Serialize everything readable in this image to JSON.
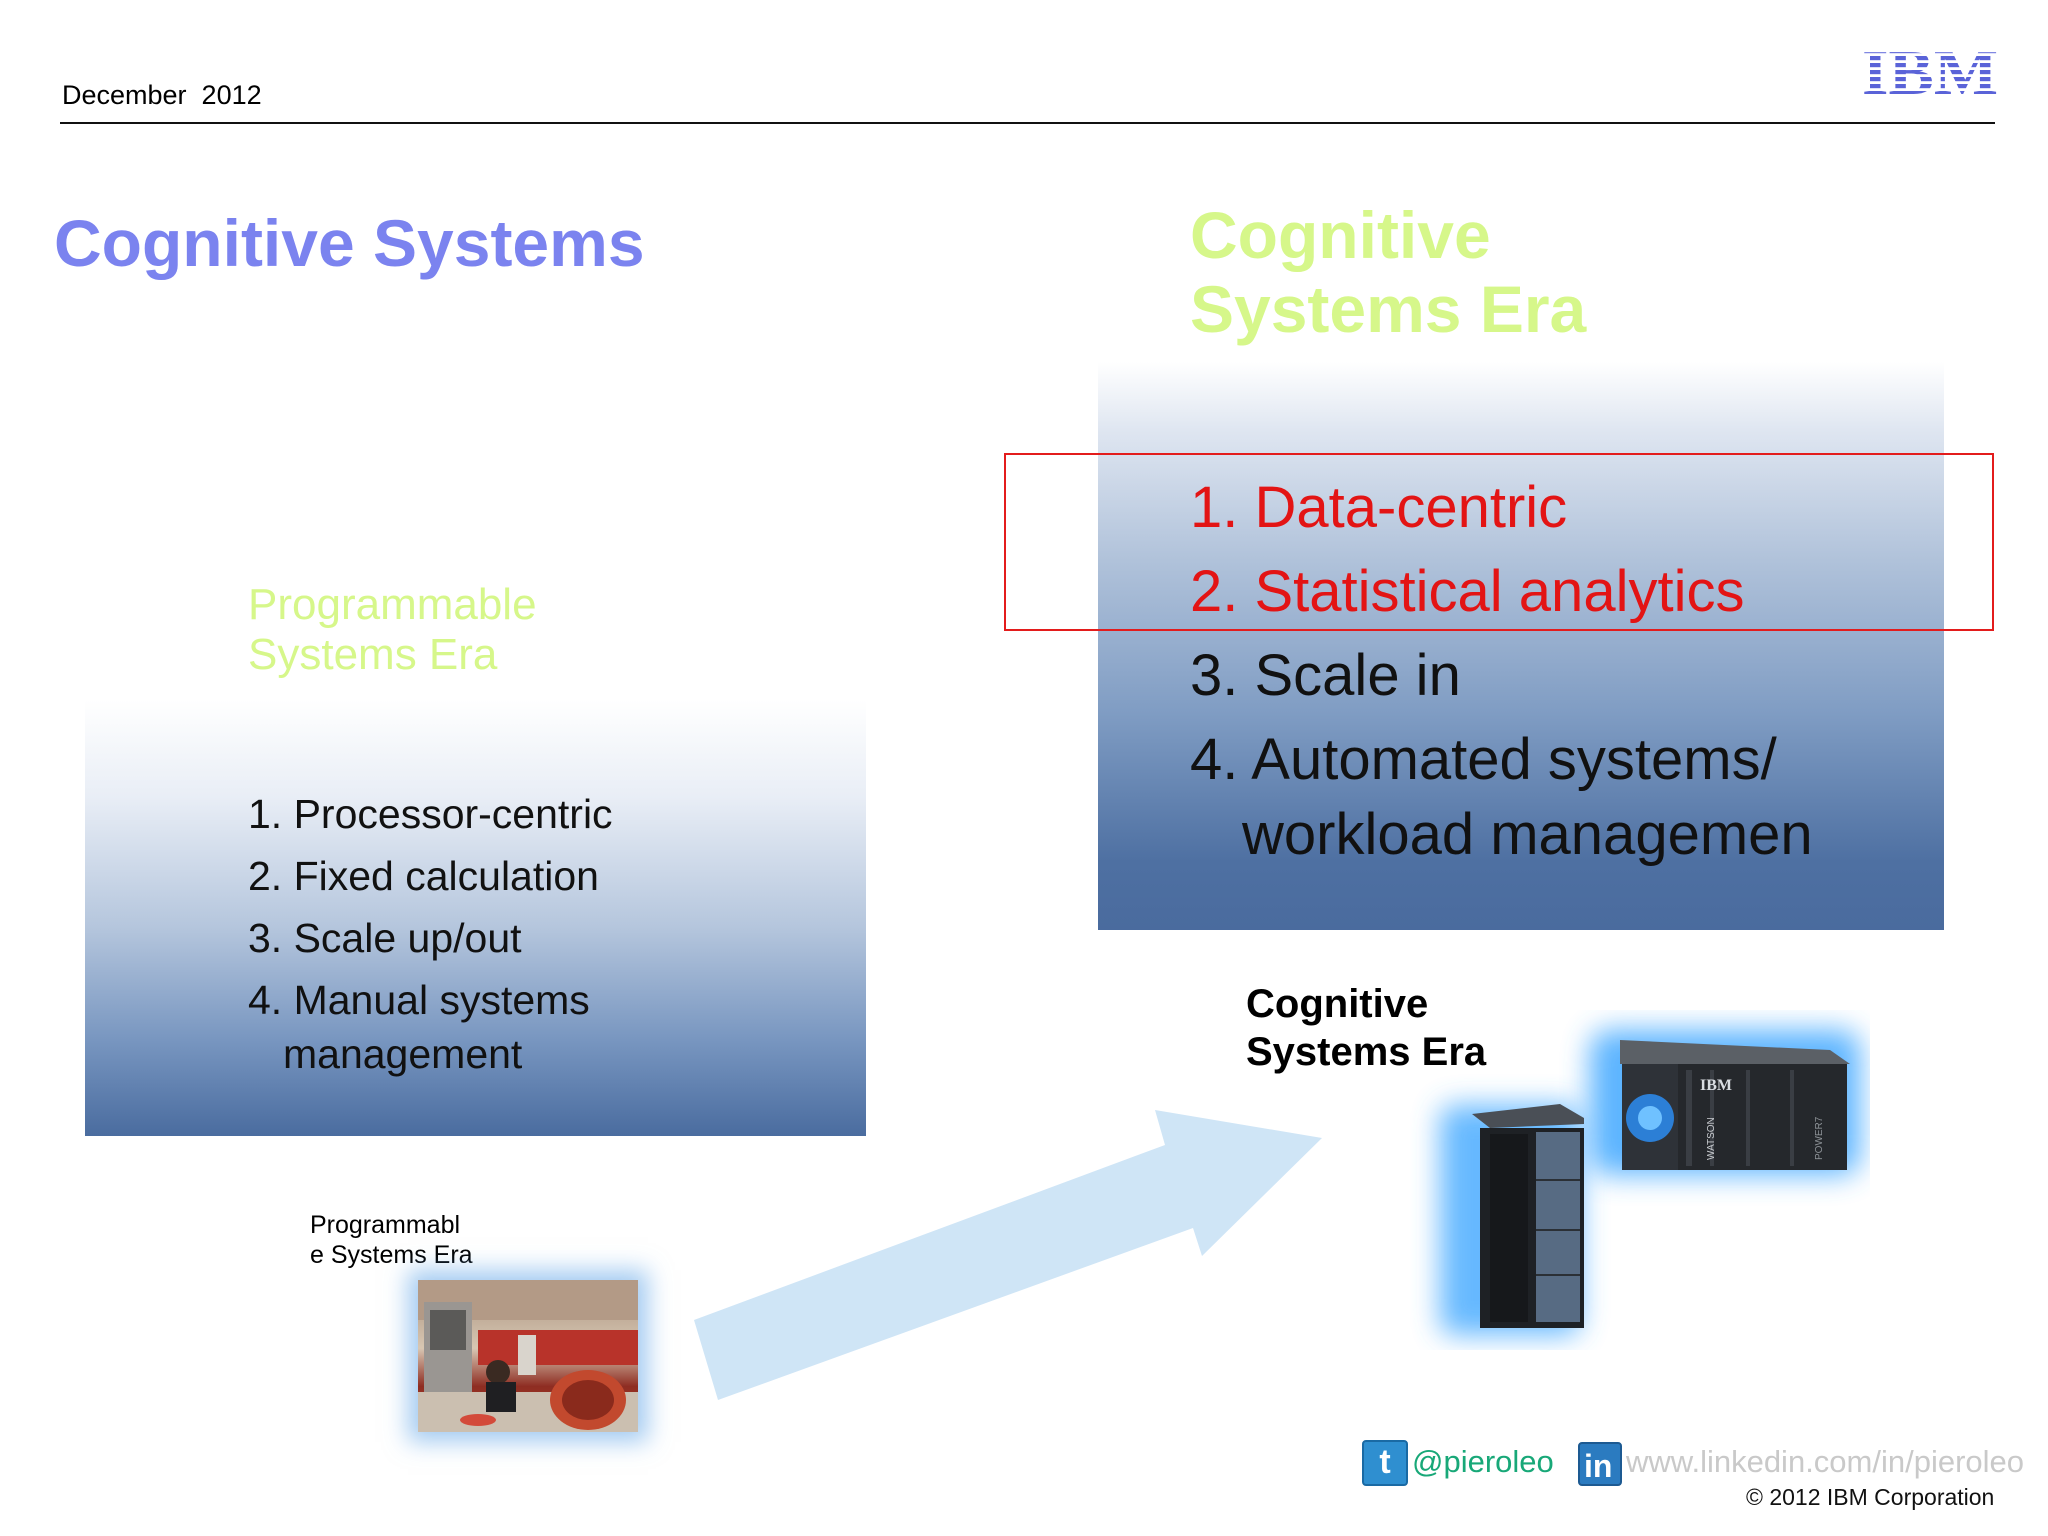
{
  "header": {
    "date": "December  2012",
    "logo_text": "IBM"
  },
  "left": {
    "title": "Cognitive Systems",
    "era_label_line1": "Programmable",
    "era_label_line2": "Systems Era",
    "items": [
      "1. Processor-centric",
      "2. Fixed calculation",
      "3. Scale up/out",
      "4. Manual systems"
    ],
    "item4_cont": "management",
    "caption_line1": "Programmabl",
    "caption_line2": "e Systems Era"
  },
  "right": {
    "title_line1": "Cognitive",
    "title_line2": "Systems Era",
    "items": [
      "1. Data-centric",
      "2. Statistical analytics",
      "3. Scale in",
      "4. Automated systems/"
    ],
    "item4_cont": "workload managemen",
    "caption_line1": "Cognitive",
    "caption_line2": "Systems Era",
    "machine_labels": {
      "brand": "IBM",
      "name": "WATSON",
      "model": "POWER7"
    }
  },
  "footer": {
    "twitter_handle": "@pieroleo",
    "linkedin_url": "www.linkedin.com/in/pieroleo",
    "copyright": "© 2012 IBM Corporation"
  },
  "colors": {
    "title_blue": "#7b83ef",
    "era_green": "#d6f78a",
    "highlight_red": "#e31414",
    "panel_dark": "#4a6c9f"
  }
}
